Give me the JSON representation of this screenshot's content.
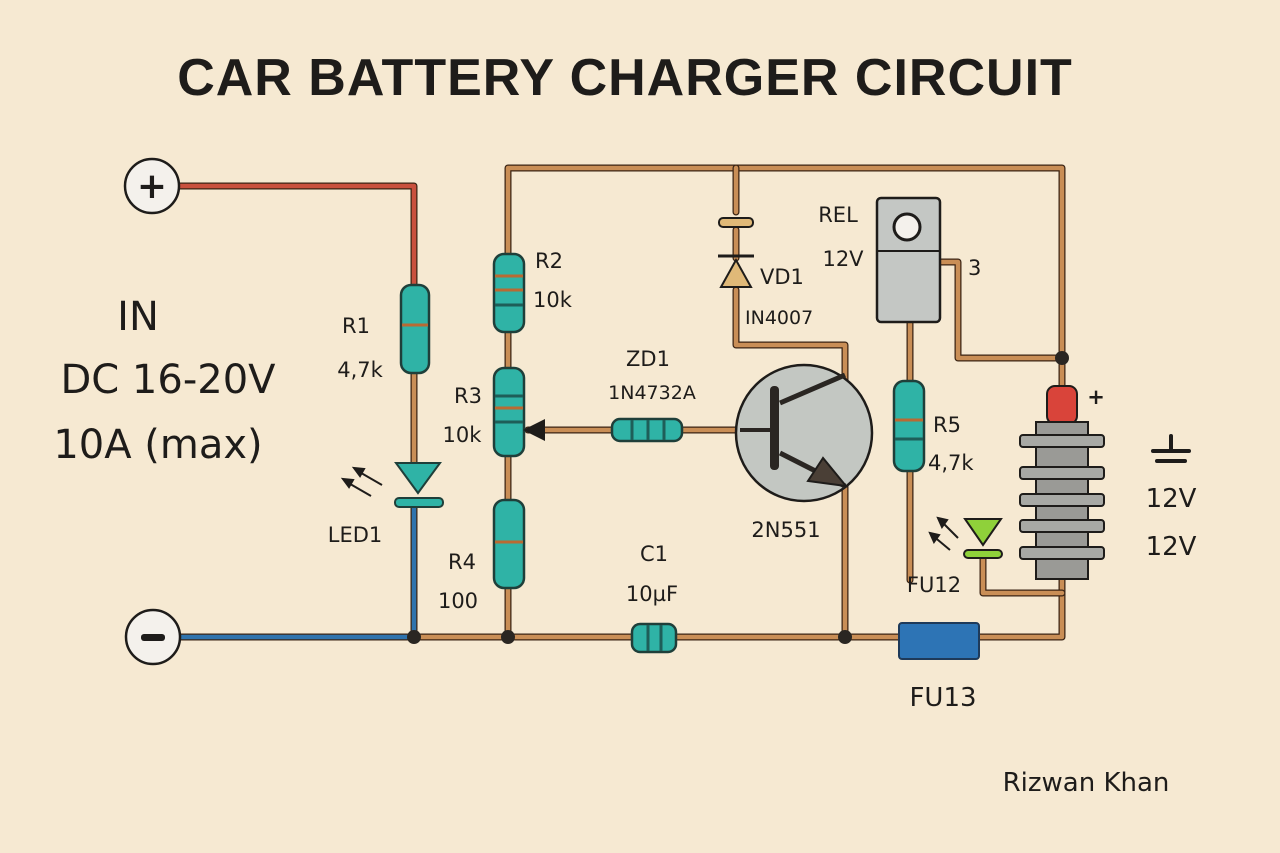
{
  "title": "CAR BATTERY CHARGER CIRCUIT",
  "input": {
    "line1": "IN",
    "line2": "DC 16-20V",
    "line3": "10A (max)",
    "plus_symbol": "+",
    "minus_symbol": "−"
  },
  "components": {
    "r1": {
      "name": "R1",
      "value": "4,7k"
    },
    "r2": {
      "name": "R2",
      "value": "10k"
    },
    "r3": {
      "name": "R3",
      "value": "10k"
    },
    "r4": {
      "name": "R4",
      "value": "100"
    },
    "r5": {
      "name": "R5",
      "value": "4,7k"
    },
    "led1": {
      "name": "LED1"
    },
    "zd1": {
      "name": "ZD1",
      "value": "1N4732A"
    },
    "vd1": {
      "name": "VD1",
      "value": "IN4007"
    },
    "transistor": {
      "name": "2N551"
    },
    "relay": {
      "name": "REL",
      "value": "12V",
      "pin": "3"
    },
    "c1": {
      "name": "C1",
      "value": "10µF"
    },
    "fu12": {
      "name": "FU12"
    },
    "fu13": {
      "name": "FU13"
    },
    "battery": {
      "plus": "+",
      "label1": "12V",
      "label2": "12V"
    }
  },
  "author": "Rizwan Khan",
  "colors": {
    "background": "#f6e9d2",
    "positive_wire": "#c9503d",
    "negative_wire": "#2f73ad",
    "wire": "#c98e56",
    "resistor": "#2fb3a6",
    "led2": "#8fd13a",
    "fuse": "#2d74b5",
    "battery_cap": "#d9443a"
  }
}
